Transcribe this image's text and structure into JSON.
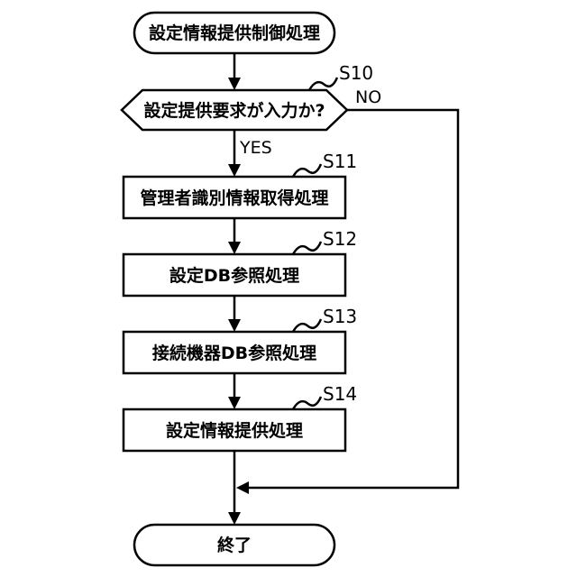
{
  "flowchart": {
    "start": "設定情報提供制御処理",
    "decision": {
      "step": "S10",
      "label": "設定提供要求が入力か?",
      "yes": "YES",
      "no": "NO"
    },
    "steps": [
      {
        "step": "S11",
        "label": "管理者識別情報取得処理"
      },
      {
        "step": "S12",
        "label": "設定DB参照処理"
      },
      {
        "step": "S13",
        "label": "接続機器DB参照処理"
      },
      {
        "step": "S14",
        "label": "設定情報提供処理"
      }
    ],
    "end": "終了"
  }
}
